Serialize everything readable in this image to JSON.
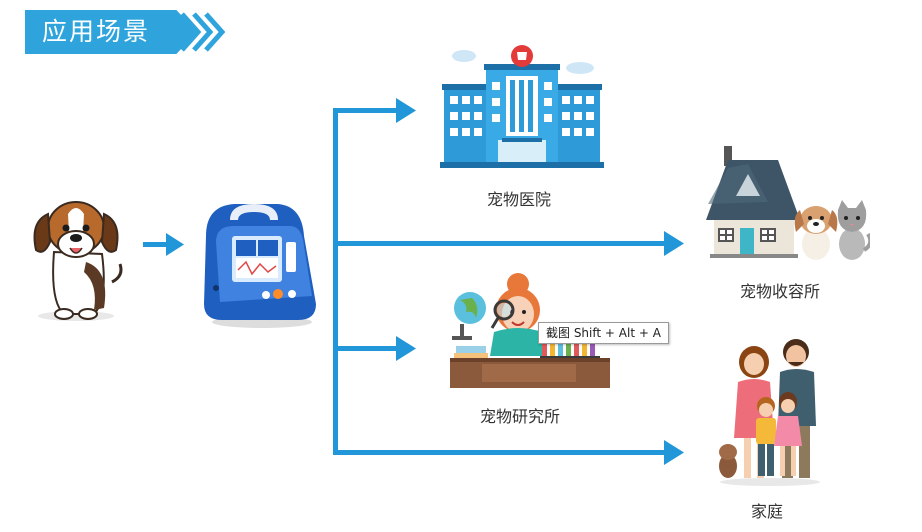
{
  "header": {
    "title": "应用场景"
  },
  "scenes": [
    {
      "id": "pet-hospital",
      "label": "宠物医院"
    },
    {
      "id": "pet-shelter",
      "label": "宠物收容所"
    },
    {
      "id": "pet-research",
      "label": "宠物研究所"
    },
    {
      "id": "home",
      "label": "家庭"
    }
  ],
  "tooltip": {
    "text": "截图 Shift + Alt + A"
  },
  "colors": {
    "accent": "#2fa4dc",
    "arrow": "#2196d8",
    "device": "#1f5fc0",
    "hospital": "#2e9ad8",
    "house_roof": "#3d5566"
  },
  "icons": [
    "dog-icon",
    "monitor-device-icon",
    "hospital-icon",
    "shelter-house-icon",
    "researcher-icon",
    "family-icon"
  ]
}
